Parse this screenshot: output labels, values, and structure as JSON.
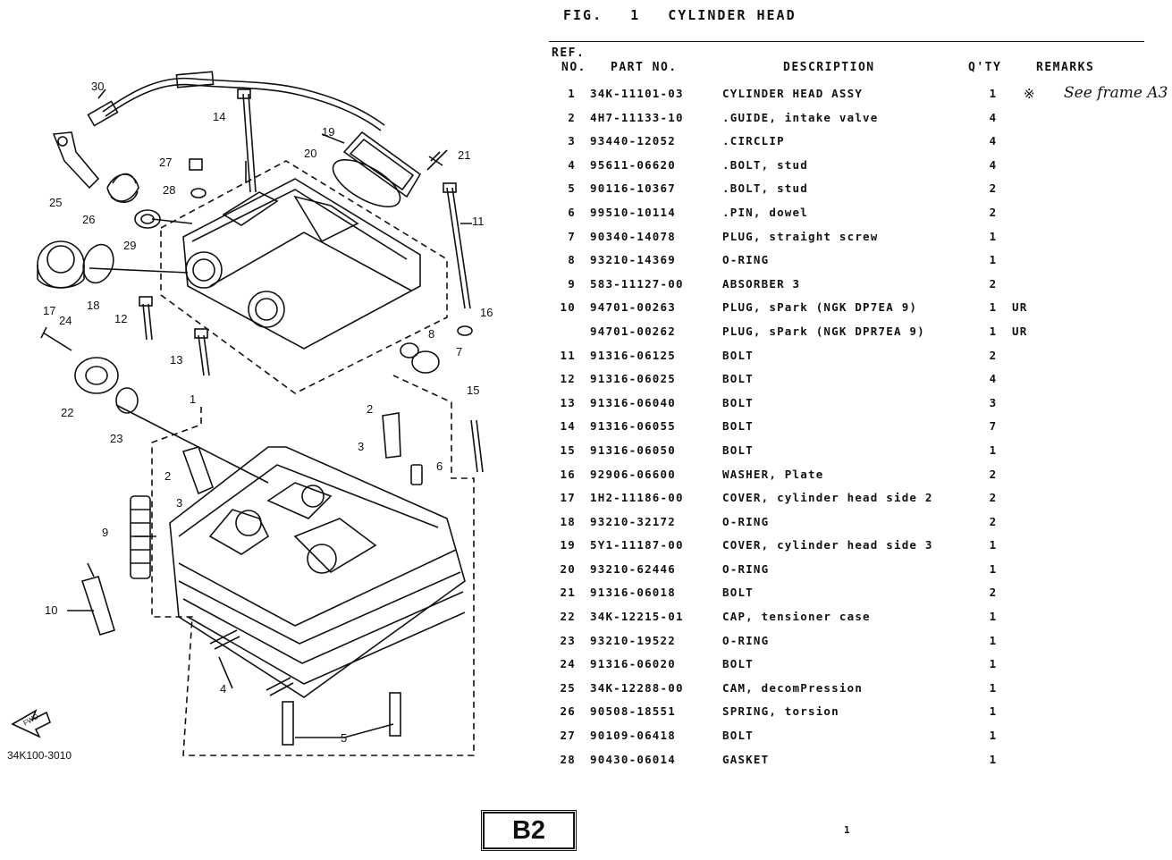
{
  "figure": {
    "fig_label": "FIG.",
    "fig_number": "1",
    "title": "CYLINDER HEAD"
  },
  "headers": {
    "ref_line1": "REF.",
    "ref_line2": "NO.",
    "part_no": "PART NO.",
    "description": "DESCRIPTION",
    "qty": "Q'TY",
    "remarks": "REMARKS"
  },
  "parts": [
    {
      "ref": "1",
      "part": "34K-11101-03",
      "desc": "CYLINDER HEAD ASSY",
      "qty": "1",
      "remarks": ""
    },
    {
      "ref": "2",
      "part": "4H7-11133-10",
      "desc": ".GUIDE, intake valve",
      "qty": "4",
      "remarks": ""
    },
    {
      "ref": "3",
      "part": "93440-12052",
      "desc": ".CIRCLIP",
      "qty": "4",
      "remarks": ""
    },
    {
      "ref": "4",
      "part": "95611-06620",
      "desc": ".BOLT, stud",
      "qty": "4",
      "remarks": ""
    },
    {
      "ref": "5",
      "part": "90116-10367",
      "desc": ".BOLT, stud",
      "qty": "2",
      "remarks": ""
    },
    {
      "ref": "6",
      "part": "99510-10114",
      "desc": ".PIN, dowel",
      "qty": "2",
      "remarks": ""
    },
    {
      "ref": "7",
      "part": "90340-14078",
      "desc": "PLUG, straight screw",
      "qty": "1",
      "remarks": ""
    },
    {
      "ref": "8",
      "part": "93210-14369",
      "desc": "O-RING",
      "qty": "1",
      "remarks": ""
    },
    {
      "ref": "9",
      "part": "583-11127-00",
      "desc": "ABSORBER 3",
      "qty": "2",
      "remarks": ""
    },
    {
      "ref": "10",
      "part": "94701-00263",
      "desc": "PLUG, sPark (NGK DP7EA 9)",
      "qty": "1",
      "remarks": "UR"
    },
    {
      "ref": "",
      "part": "94701-00262",
      "desc": "PLUG, sPark (NGK DPR7EA 9)",
      "qty": "1",
      "remarks": "UR"
    },
    {
      "ref": "11",
      "part": "91316-06125",
      "desc": "BOLT",
      "qty": "2",
      "remarks": ""
    },
    {
      "ref": "12",
      "part": "91316-06025",
      "desc": "BOLT",
      "qty": "4",
      "remarks": ""
    },
    {
      "ref": "13",
      "part": "91316-06040",
      "desc": "BOLT",
      "qty": "3",
      "remarks": ""
    },
    {
      "ref": "14",
      "part": "91316-06055",
      "desc": "BOLT",
      "qty": "7",
      "remarks": ""
    },
    {
      "ref": "15",
      "part": "91316-06050",
      "desc": "BOLT",
      "qty": "1",
      "remarks": ""
    },
    {
      "ref": "16",
      "part": "92906-06600",
      "desc": "WASHER, Plate",
      "qty": "2",
      "remarks": ""
    },
    {
      "ref": "17",
      "part": "1H2-11186-00",
      "desc": "COVER, cylinder head side 2",
      "qty": "2",
      "remarks": ""
    },
    {
      "ref": "18",
      "part": "93210-32172",
      "desc": "O-RING",
      "qty": "2",
      "remarks": ""
    },
    {
      "ref": "19",
      "part": "5Y1-11187-00",
      "desc": "COVER, cylinder head side 3",
      "qty": "1",
      "remarks": ""
    },
    {
      "ref": "20",
      "part": "93210-62446",
      "desc": "O-RING",
      "qty": "1",
      "remarks": ""
    },
    {
      "ref": "21",
      "part": "91316-06018",
      "desc": "BOLT",
      "qty": "2",
      "remarks": ""
    },
    {
      "ref": "22",
      "part": "34K-12215-01",
      "desc": "CAP, tensioner case",
      "qty": "1",
      "remarks": ""
    },
    {
      "ref": "23",
      "part": "93210-19522",
      "desc": "O-RING",
      "qty": "1",
      "remarks": ""
    },
    {
      "ref": "24",
      "part": "91316-06020",
      "desc": "BOLT",
      "qty": "1",
      "remarks": ""
    },
    {
      "ref": "25",
      "part": "34K-12288-00",
      "desc": "CAM, decomPression",
      "qty": "1",
      "remarks": ""
    },
    {
      "ref": "26",
      "part": "90508-18551",
      "desc": "SPRING, torsion",
      "qty": "1",
      "remarks": ""
    },
    {
      "ref": "27",
      "part": "90109-06418",
      "desc": "BOLT",
      "qty": "1",
      "remarks": ""
    },
    {
      "ref": "28",
      "part": "90430-06014",
      "desc": "GASKET",
      "qty": "1",
      "remarks": ""
    }
  ],
  "handwritten_note": "See frame A3",
  "handwritten_mark": "※",
  "diagram": {
    "code": "34K100-3010",
    "fwd_label": "FWD",
    "callouts": [
      "30",
      "14",
      "19",
      "20",
      "21",
      "27",
      "28",
      "25",
      "26",
      "29",
      "11",
      "24",
      "17",
      "18",
      "12",
      "16",
      "8",
      "7",
      "13",
      "1",
      "22",
      "23",
      "15",
      "2",
      "6",
      "3",
      "9",
      "10",
      "4",
      "5"
    ]
  },
  "page_label": "B2",
  "footer_mark": "1"
}
